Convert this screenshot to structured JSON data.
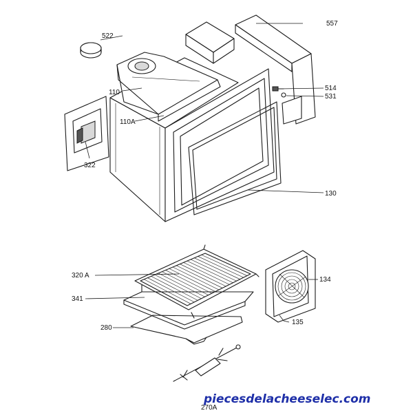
{
  "labels": {
    "p522": "522",
    "p557": "557",
    "p110": "110",
    "p110a": "110A",
    "p514": "514",
    "p531": "531",
    "p322": "322",
    "p130": "130",
    "p320a": "320 A",
    "p134": "134",
    "p341": "341",
    "p135": "135",
    "p280": "280",
    "p270a": "270A"
  },
  "watermark": {
    "text": "piecesdelacheeselec.com",
    "color": "#1e2fa8"
  }
}
